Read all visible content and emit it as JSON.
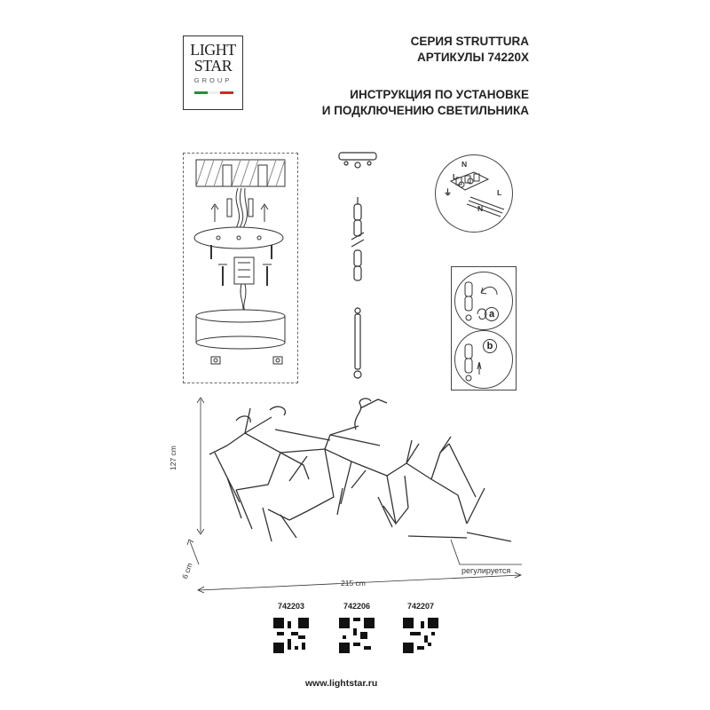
{
  "logo": {
    "line1": "LIGHT",
    "line2": "STAR",
    "line3": "GROUP",
    "flag_colors": [
      "#2e8b3d",
      "#ffffff",
      "#cc2b2b"
    ]
  },
  "header": {
    "series": "СЕРИЯ STRUTTURA",
    "articles": "АРТИКУЛЫ 74220X",
    "instruction_line1": "ИНСТРУКЦИЯ ПО УСТАНОВКЕ",
    "instruction_line2": "И ПОДКЛЮЧЕНИЮ СВЕТИЛЬНИКА"
  },
  "wiring": {
    "n1": "N",
    "l1": "L",
    "n2": "N",
    "l2": "L"
  },
  "hook_steps": {
    "a": "a",
    "b": "b"
  },
  "dimensions": {
    "height": "127 cm",
    "depth": "6 cm",
    "width": "215 cm",
    "adjustable": "регулируется"
  },
  "articles": [
    {
      "code": "742203"
    },
    {
      "code": "742206"
    },
    {
      "code": "742207"
    }
  ],
  "footer": {
    "url": "www.lightstar.ru"
  },
  "colors": {
    "line": "#333333",
    "accent": "#222222"
  }
}
